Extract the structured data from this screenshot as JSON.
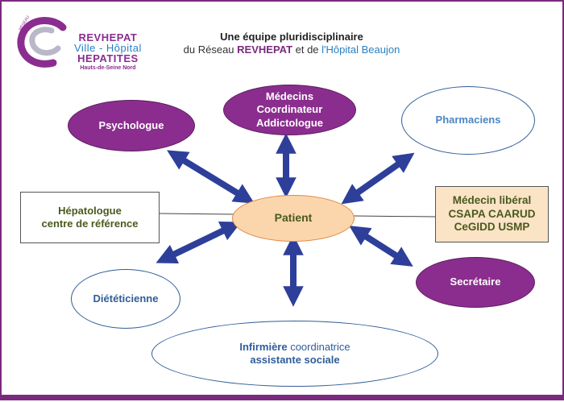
{
  "header": {
    "title_line1": "Une équipe pluridisciplinaire",
    "title_prefix": "du Réseau ",
    "title_brand": "REVHEPAT",
    "title_middle": " et de ",
    "title_hospital": "l'Hôpital Beaujon"
  },
  "logo": {
    "reseau": "RÉSEAU",
    "name": "REVHEPAT",
    "subtitle": "Ville - Hôpital",
    "hepatites": "HEPATITES",
    "region": "Hauts-de-Seine Nord"
  },
  "diagram": {
    "center": "Patient",
    "psychologue": "Psychologue",
    "medecins": [
      "Médecins",
      "Coordinateur",
      "Addictologue"
    ],
    "pharmaciens": "Pharmaciens",
    "hepatologue": [
      "Hépatologue",
      "centre de référence"
    ],
    "medecin_liberal": [
      "Médecin libéral",
      "CSAPA CAARUD",
      "CeGIDD USMP"
    ],
    "dieteticienne": "Diététicienne",
    "secretaire": "Secrétaire",
    "infirmiere_main": "Infirmière",
    "infirmiere_rest": " coordinatrice",
    "assistante": "assistante sociale"
  },
  "colors": {
    "purple": "#8b2d8e",
    "arrow_blue": "#2e3f9a",
    "patient_fill": "#fbd6ad",
    "outline_blue": "#2f5d99"
  }
}
